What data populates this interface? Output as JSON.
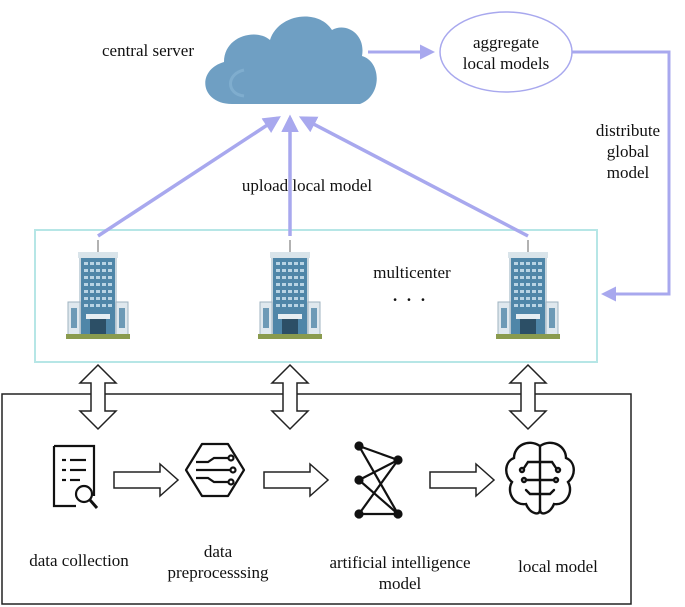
{
  "colors": {
    "arrow": "#a8a8ee",
    "cloud": "#6f9fc3",
    "cloud_highlight": "#8bb8d6",
    "multicenter_border": "#b6e6e6",
    "local_box_border": "#222222",
    "ellipse_border": "#a8a8ee",
    "icon_stroke": "#111111",
    "building_glass": "#4f86a8",
    "building_frame": "#d9e4ea"
  },
  "cloud_server": {
    "label": "central server",
    "icon": "cloud-icon"
  },
  "aggregate": {
    "line1": "aggregate",
    "line2": "local models"
  },
  "distribute": {
    "line1": "distribute",
    "line2": "global",
    "line3": "model"
  },
  "upload": {
    "label": "upload local model"
  },
  "multicenter": {
    "label": "multicenter",
    "ellipsis": "· · ·",
    "buildings": [
      "building-icon",
      "building-icon",
      "building-icon"
    ]
  },
  "local_pipeline": {
    "steps": [
      {
        "icon": "document-search-icon",
        "lines": [
          "data collection"
        ]
      },
      {
        "icon": "data-preprocessing-icon",
        "lines": [
          "data",
          "preprocesssing"
        ]
      },
      {
        "icon": "neural-network-icon",
        "lines": [
          "artificial intelligence",
          "model"
        ]
      },
      {
        "icon": "brain-chip-icon",
        "lines": [
          "local model"
        ]
      }
    ]
  }
}
